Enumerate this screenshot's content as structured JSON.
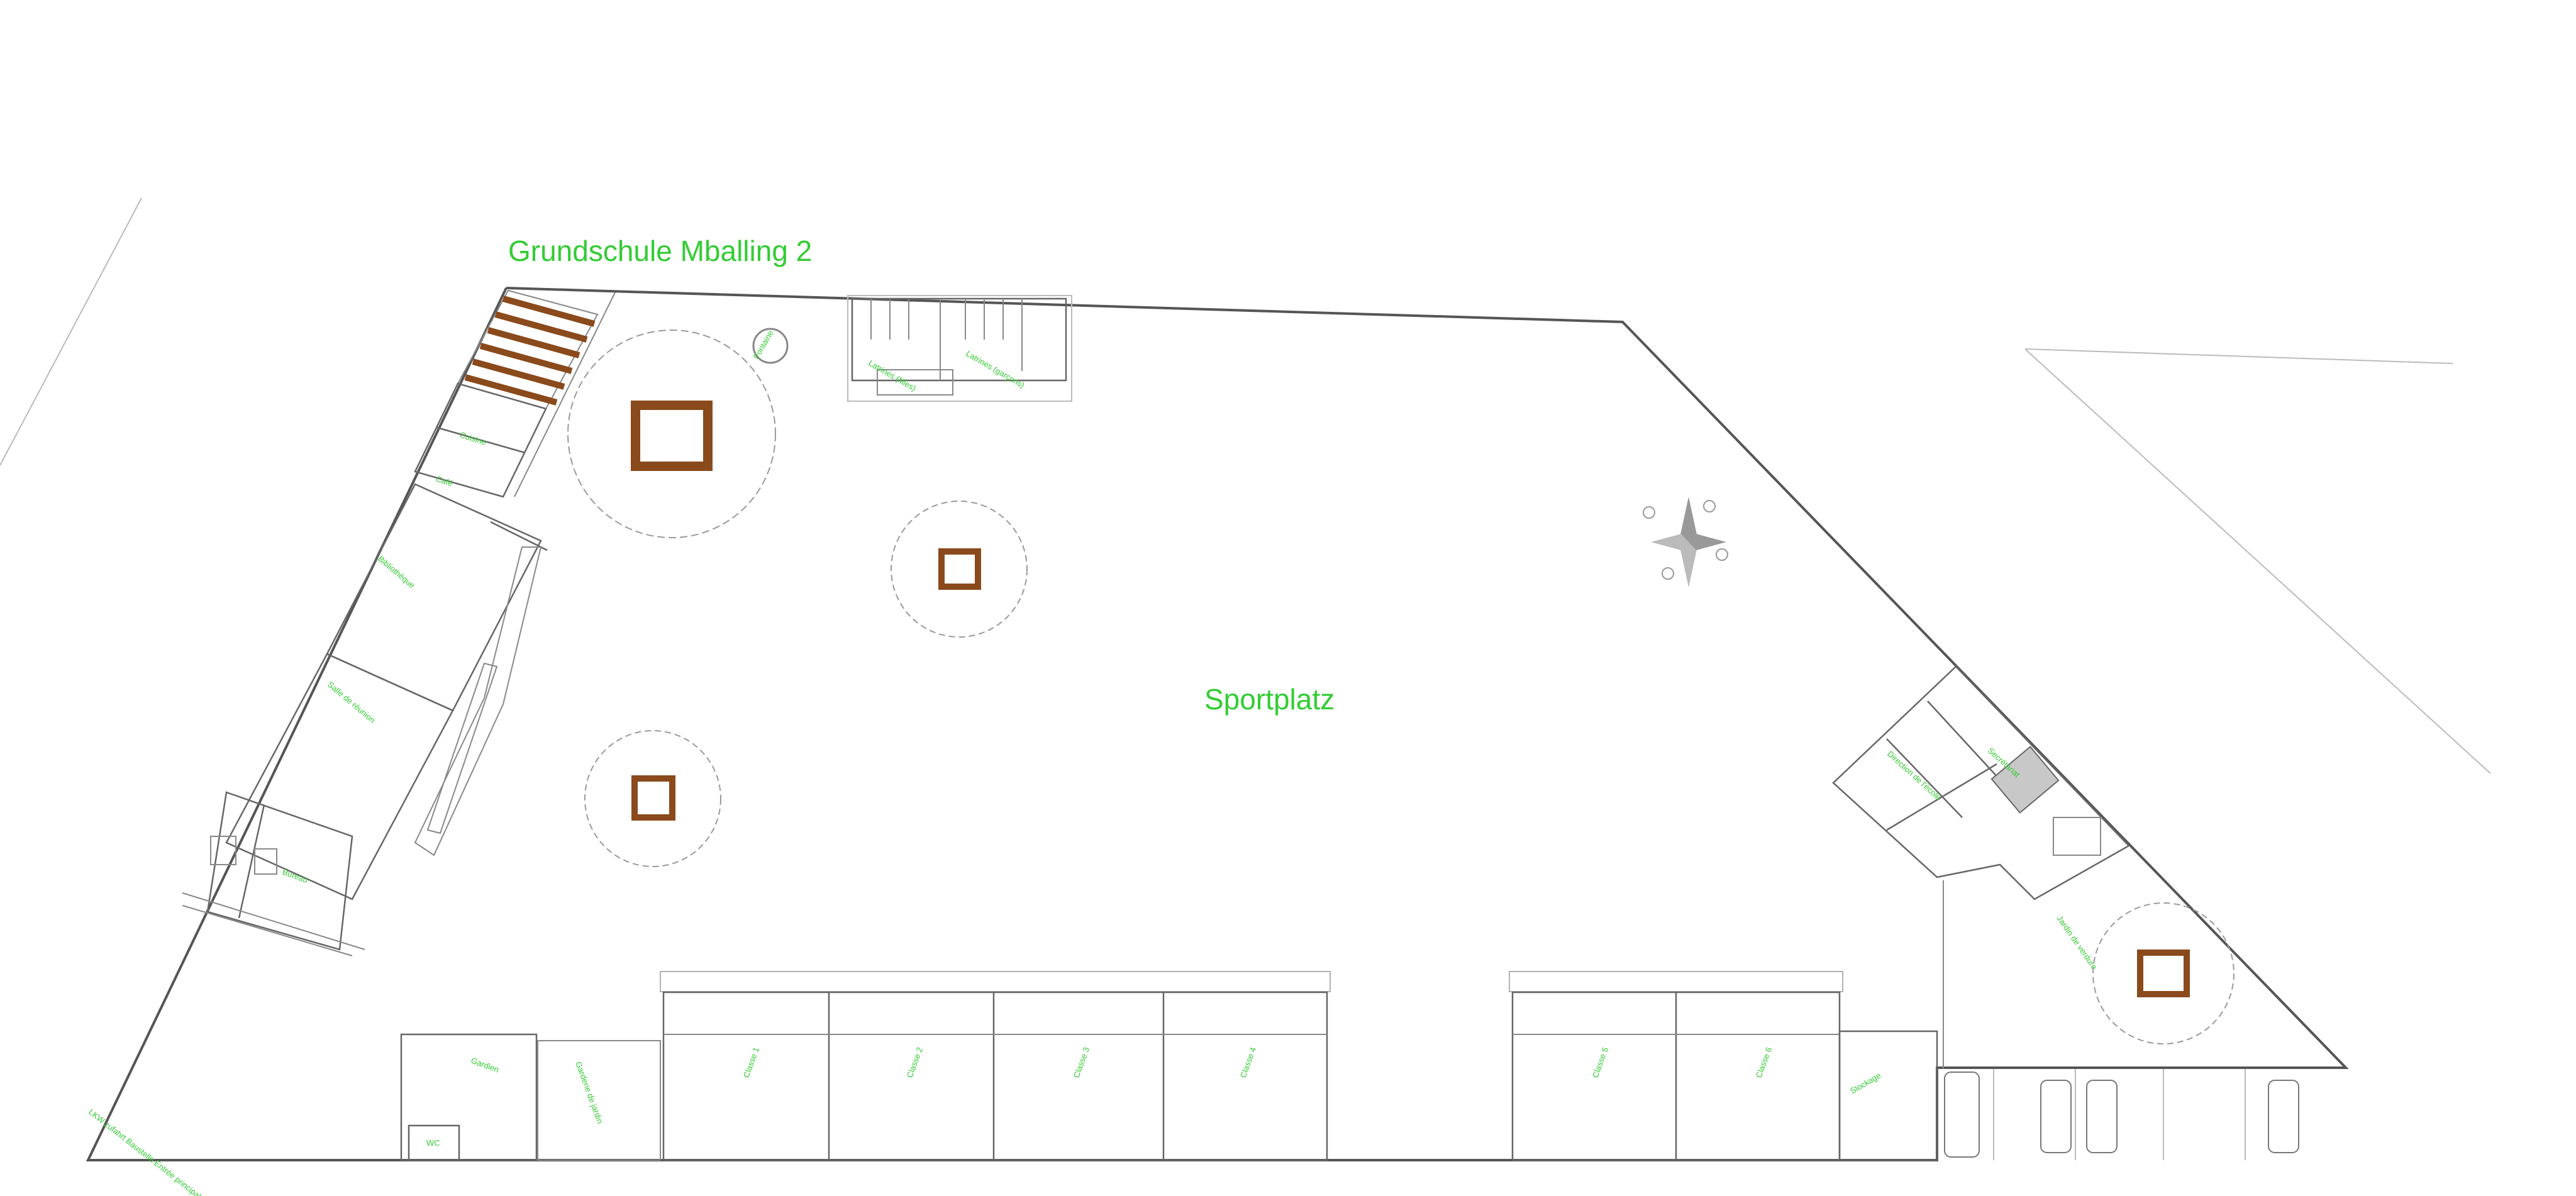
{
  "title": "Grundschule Mballing 2",
  "center_label": "Sportplatz",
  "rooms": {
    "latrines_left": "Latrines (filles)",
    "latrines_right": "Latrines (garçons)",
    "well": "Fontaine",
    "cuisine": "Cuisine",
    "cafe": "Café",
    "bibliotheque": "Bibliothèque",
    "salle_reunion": "Salle de réunion",
    "bureau": "Bureau",
    "direction": "Direction de l'école",
    "secretariat": "Secrétariat",
    "jardin": "Jardin de verdure",
    "gardien": "Gardien",
    "garderie": "Garderie de jardin",
    "wc": "WC",
    "stockage": "Stockage",
    "entrance": "LKW zufahrt Baustelle Entrée principale",
    "classes": [
      "Classe 1",
      "Classe 2",
      "Classe 3",
      "Classe 4",
      "Classe 5",
      "Classe 6"
    ]
  },
  "icons": {
    "compass": "compass-rose-icon",
    "tree": "tree-canopy-icon",
    "table": "picnic-table-icon",
    "car": "car-icon"
  },
  "colors": {
    "label": "#33cc33",
    "wood": "#8a4a1c",
    "wall": "#555555"
  }
}
